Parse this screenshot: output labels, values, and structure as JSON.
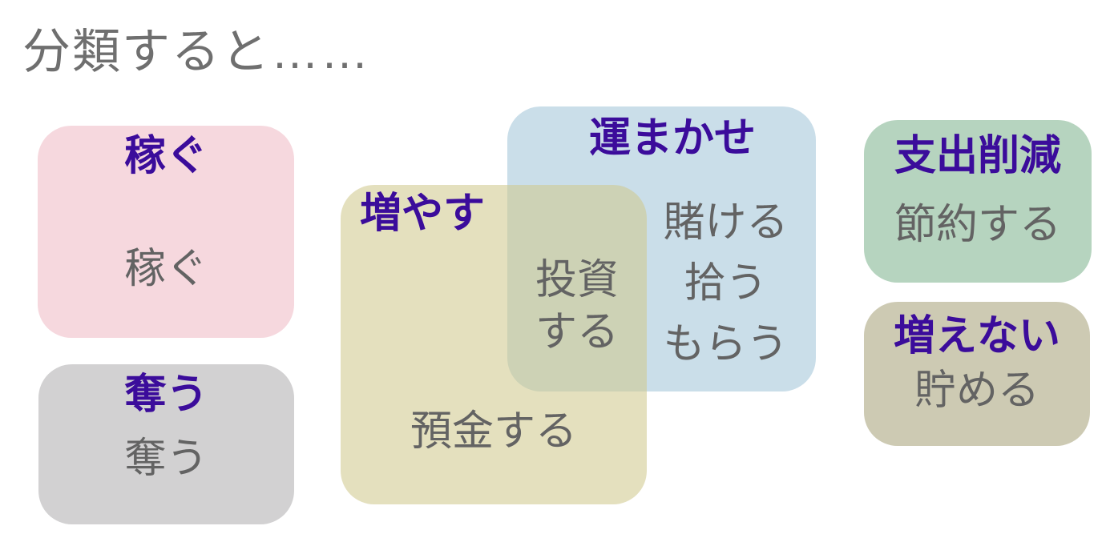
{
  "title": "分類すると……",
  "colors": {
    "accent_purple": "#3B0C9B",
    "text_gray": "#636363",
    "title_gray": "#6F6F6F",
    "earn_bg": "#F6D8DE",
    "take_bg": "#D2D1D2",
    "luck_bg": "#CADEE9",
    "increase_bg": "#E4E0BE",
    "increase_luck_overlap_bg": "#CDD2B4",
    "reduce_bg": "#B6D4BF",
    "nogrow_bg": "#CDCAB3"
  },
  "boxes": {
    "earn": {
      "label": "稼ぐ",
      "item": "稼ぐ"
    },
    "take": {
      "label": "奪う",
      "item": "奪う"
    },
    "luck": {
      "label": "運まかせ",
      "items": [
        "賭ける",
        "拾う",
        "もらう"
      ]
    },
    "increase": {
      "label": "増やす",
      "item": "預金する"
    },
    "overlap_increase_luck": {
      "item": "投資\nする"
    },
    "reduce_spending": {
      "label": "支出削減",
      "item": "節約する"
    },
    "no_increase": {
      "label": "増えない",
      "item": "貯める"
    }
  }
}
